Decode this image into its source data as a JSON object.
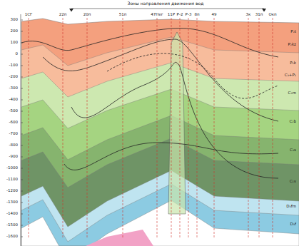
{
  "diagram": {
    "title": "Зоны направления движения вод",
    "labels": [
      "300",
      "200",
      "100",
      "0",
      "-100",
      "-200",
      "-300",
      "-400",
      "-500",
      "-600",
      "-700",
      "-800",
      "-900",
      "-1000",
      "-1100",
      "-1200",
      "-1300",
      "-1400",
      "-1500",
      "-1600",
      "1СГ",
      "22п",
      "20п",
      "51п",
      "47Нег",
      "11Р",
      "Р-2",
      "Р-3",
      "8п",
      "49",
      "3к",
      "31п",
      "Окп",
      "P₂t",
      "P₂kz",
      "P₁k",
      "C₃+P₁",
      "C₂m",
      "C₂b",
      "C₁s",
      "C₁v",
      "D₃fm",
      "D₃f"
    ]
  }
}
